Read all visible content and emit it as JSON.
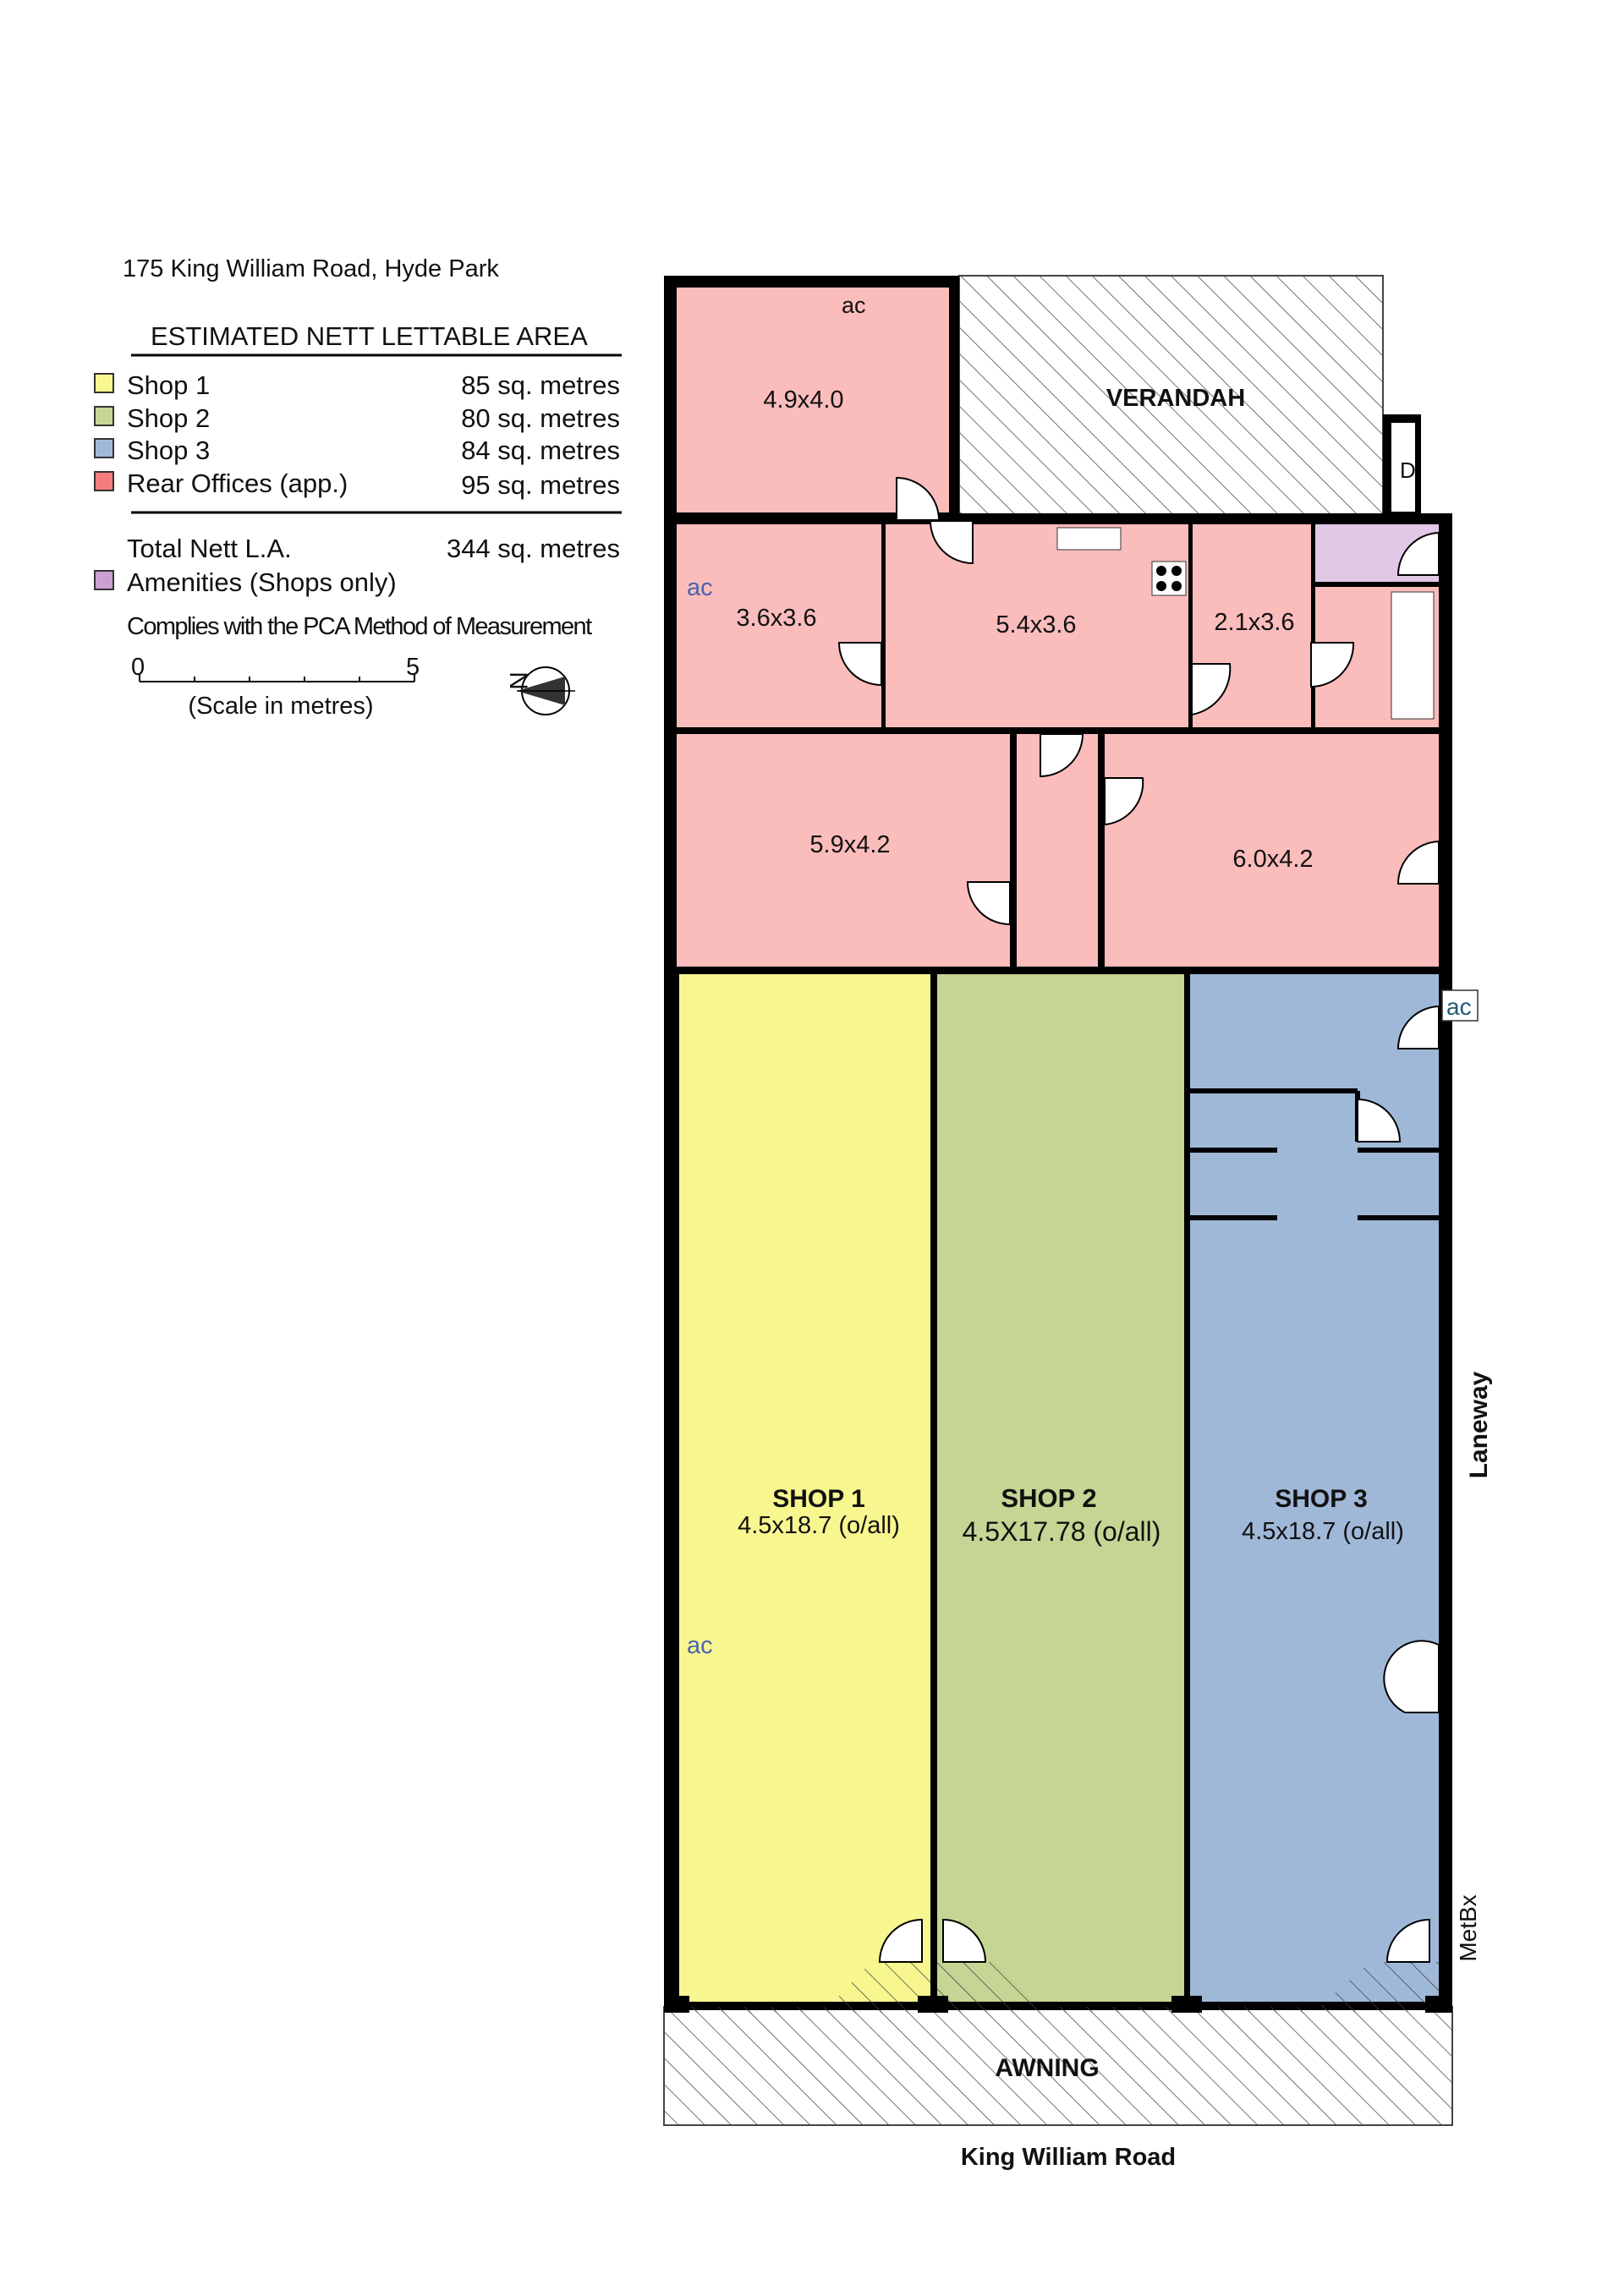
{
  "address": "175 King William Road, Hyde Park",
  "legend": {
    "heading": "ESTIMATED NETT LETTABLE AREA",
    "items": [
      {
        "label": "Shop 1",
        "area": "85 sq. metres",
        "color": "#f8f68f"
      },
      {
        "label": "Shop 2",
        "area": "80 sq. metres",
        "color": "#c5d594"
      },
      {
        "label": "Shop 3",
        "area": "84 sq. metres",
        "color": "#a0b8d8"
      },
      {
        "label": "Rear Offices (app.)",
        "area": "95 sq. metres",
        "color": "#f47c7c"
      }
    ],
    "total_label": "Total Nett L.A.",
    "total_area": "344 sq. metres",
    "amenities_label": "Amenities (Shops only)",
    "amenities_color": "#cc9fd1",
    "complies": "Complies with the PCA Method of Measurement",
    "scale_start": "0",
    "scale_end": "5",
    "scale_label": "(Scale in metres)",
    "north": "N"
  },
  "rooms": {
    "r1": "4.9x4.0",
    "verandah": "VERANDAH",
    "r2": "3.6x3.6",
    "r3": "5.4x3.6",
    "r4": "2.1x3.6",
    "r5": "5.9x4.2",
    "r6": "6.0x4.2",
    "shop1_name": "SHOP 1",
    "shop1_dims": "4.5x18.7 (o/all)",
    "shop2_name": "SHOP 2",
    "shop2_dims": "4.5X17.78 (o/all)",
    "shop3_name": "SHOP 3",
    "shop3_dims": "4.5x18.7 (o/all)",
    "awning": "AWNING",
    "street": "King William Road",
    "laneway": "Laneway",
    "metbx": "MetBx",
    "ac": "ac",
    "dryer": "D"
  },
  "colors": {
    "shop1": "#f8f68f",
    "shop2": "#c5d594",
    "shop3": "#a0b8d8",
    "office": "#fbbcbc",
    "amenities": "#e1c8e6",
    "wall": "#000000"
  }
}
